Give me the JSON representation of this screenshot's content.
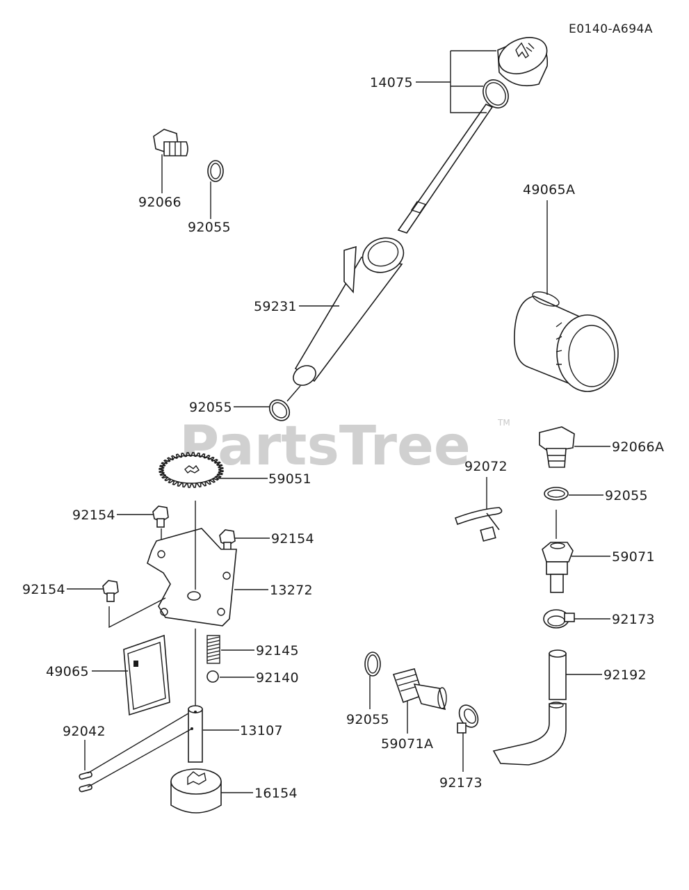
{
  "diagram": {
    "code": "E0140-A694A",
    "watermark": "PartsTree",
    "watermark_tm": "TM"
  },
  "parts": [
    {
      "id": "p14075",
      "label": "14075"
    },
    {
      "id": "p92066",
      "label": "92066"
    },
    {
      "id": "p92055a",
      "label": "92055"
    },
    {
      "id": "p49065A",
      "label": "49065A"
    },
    {
      "id": "p59231",
      "label": "59231"
    },
    {
      "id": "p92055b",
      "label": "92055"
    },
    {
      "id": "p92066A",
      "label": "92066A"
    },
    {
      "id": "p59051",
      "label": "59051"
    },
    {
      "id": "p92072",
      "label": "92072"
    },
    {
      "id": "p92154a",
      "label": "92154"
    },
    {
      "id": "p92055c",
      "label": "92055"
    },
    {
      "id": "p92154b",
      "label": "92154"
    },
    {
      "id": "p59071",
      "label": "59071"
    },
    {
      "id": "p92154c",
      "label": "92154"
    },
    {
      "id": "p13272",
      "label": "13272"
    },
    {
      "id": "p92173a",
      "label": "92173"
    },
    {
      "id": "p92145",
      "label": "92145"
    },
    {
      "id": "p49065",
      "label": "49065"
    },
    {
      "id": "p92140",
      "label": "92140"
    },
    {
      "id": "p92192",
      "label": "92192"
    },
    {
      "id": "p92055d",
      "label": "92055"
    },
    {
      "id": "p92042",
      "label": "92042"
    },
    {
      "id": "p13107",
      "label": "13107"
    },
    {
      "id": "p59071A",
      "label": "59071A"
    },
    {
      "id": "p92173b",
      "label": "92173"
    },
    {
      "id": "p16154",
      "label": "16154"
    }
  ]
}
